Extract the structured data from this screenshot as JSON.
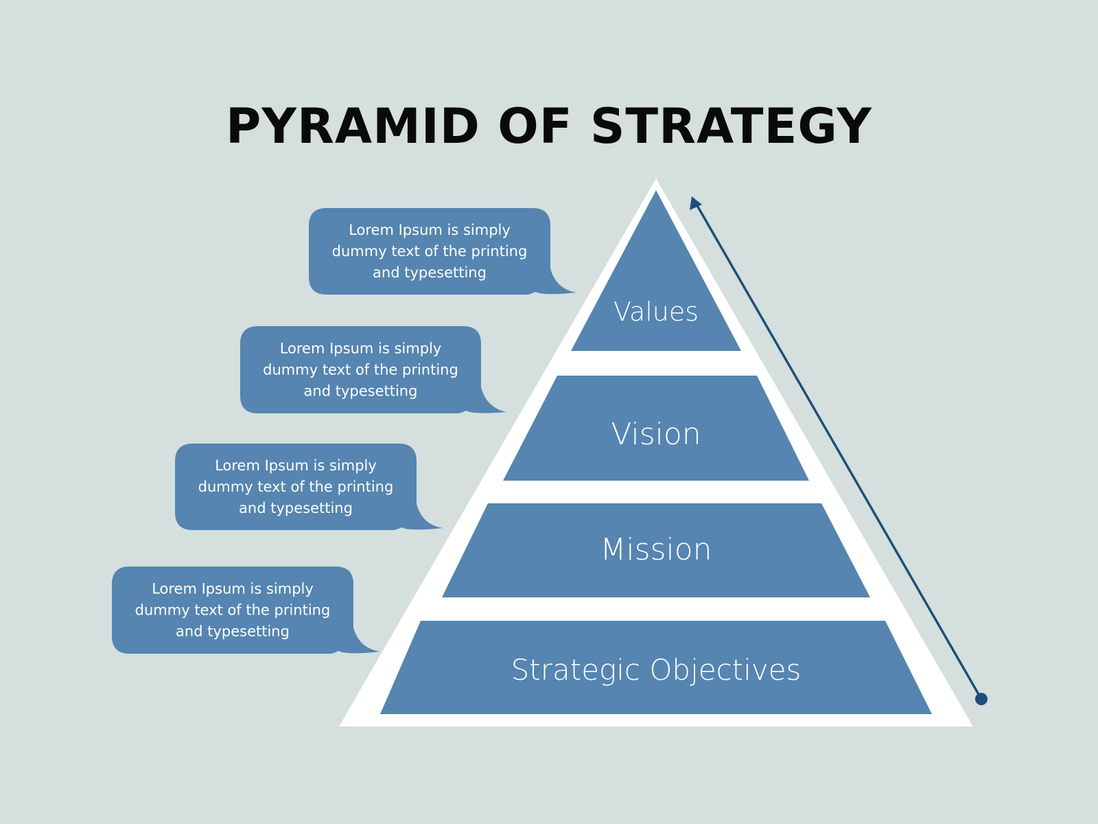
{
  "title": "PYRAMID OF STRATEGY",
  "colors": {
    "background": "#d4dfde",
    "tier": "#5585b0",
    "arrow": "#1f4e79",
    "pyramid_outline": "#ffffff"
  },
  "tiers": [
    {
      "label": "Values"
    },
    {
      "label": "Vision"
    },
    {
      "label": "Mission"
    },
    {
      "label": "Strategic Objectives"
    }
  ],
  "bubbles": [
    {
      "lines": [
        "Lorem Ipsum is simply",
        "dummy text of the printing",
        "and typesetting"
      ]
    },
    {
      "lines": [
        "Lorem Ipsum is simply",
        "dummy text of the printing",
        "and typesetting"
      ]
    },
    {
      "lines": [
        "Lorem Ipsum is simply",
        "dummy text of the printing",
        "and typesetting"
      ]
    },
    {
      "lines": [
        "Lorem Ipsum is simply",
        "dummy text of the printing",
        "and typesetting"
      ]
    }
  ]
}
